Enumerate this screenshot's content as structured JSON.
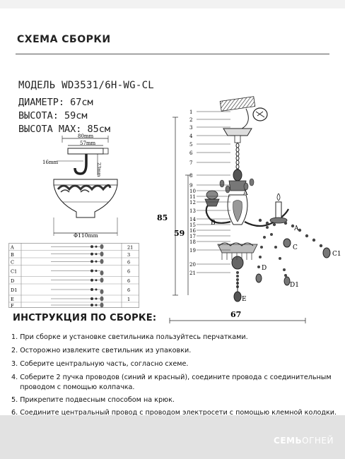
{
  "header": {
    "title": "СХЕМА СБОРКИ"
  },
  "model": "МОДЕЛЬ WD3531/6H-WG-CL",
  "specs": [
    "ДИАМЕТР: 67см",
    "ВЫСОТА: 59см",
    "ВЫСОТА MAX: 85см"
  ],
  "hook_dims": {
    "w1": "80mm",
    "w2": "57mm",
    "h1": "16mm",
    "h2": "23mm"
  },
  "canopy_dim": "Φ110mm",
  "parts_table": [
    {
      "label": "A",
      "qty": "21"
    },
    {
      "label": "B",
      "qty": "3"
    },
    {
      "label": "C",
      "qty": "6"
    },
    {
      "label": "C1",
      "qty": "6"
    },
    {
      "label": "D",
      "qty": "6"
    },
    {
      "label": "D1",
      "qty": "6"
    },
    {
      "label": "E",
      "qty": "1"
    },
    {
      "label": "F",
      "qty": ""
    }
  ],
  "diagram": {
    "numbers": [
      "1",
      "2",
      "3",
      "4",
      "5",
      "6",
      "7",
      "8",
      "9",
      "10",
      "11",
      "12",
      "13",
      "14",
      "15",
      "16",
      "17",
      "18",
      "19",
      "20",
      "21"
    ],
    "callouts": {
      "A": "A",
      "B": "B",
      "C": "C",
      "C1": "C1",
      "D": "D",
      "D1": "D1",
      "E": "E"
    },
    "dim_total": "85",
    "dim_body": "59",
    "dim_diameter": "67"
  },
  "instructions": {
    "title": "ИНСТРУКЦИЯ ПО СБОРКЕ:",
    "steps": [
      "1. При сборке и установке светильника пользуйтесь перчатками.",
      "2. Осторожно извлеките светильник из упаковки.",
      "3. Соберите центральную часть, согласно схеме.",
      "4. Соберите 2 пучка проводов (синий и красный), соедините провода с соединительным",
      "    проводом с помощью колпачка.",
      "5. Прикрепите подвесным способом  на крюк.",
      "6. Соедините центральный провод с проводом электросети с помощью клемной колодки."
    ]
  },
  "brand": {
    "bold": "СЕМЬ",
    "normal": "ОГНЕЙ"
  }
}
